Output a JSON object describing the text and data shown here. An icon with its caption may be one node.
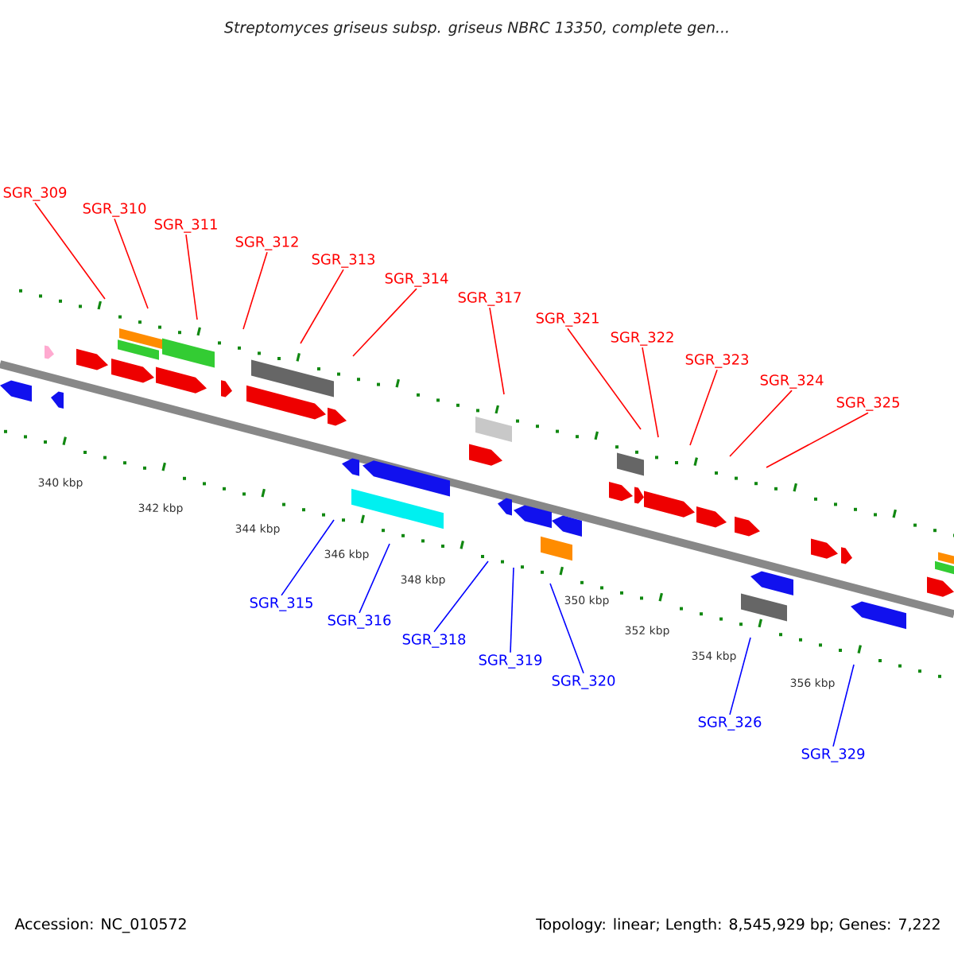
{
  "diagram": {
    "title": "Streptomyces griseus subsp. griseus NBRC 13350, complete gen...",
    "nodes": [
      {
        "text": [
          "SGR_309"
        ]
      },
      {
        "text": [
          "SGR_310"
        ]
      },
      {
        "text": [
          "SGR_311"
        ]
      },
      {
        "text": [
          "SGR_312"
        ]
      },
      {
        "text": [
          "SGR_313"
        ]
      },
      {
        "text": [
          "SGR_314"
        ]
      },
      {
        "text": [
          "SGR_317"
        ]
      },
      {
        "text": [
          "SGR_321"
        ]
      },
      {
        "text": [
          "SGR_322"
        ]
      },
      {
        "text": [
          "SGR_323"
        ]
      },
      {
        "text": [
          "SGR_324"
        ]
      },
      {
        "text": [
          "SGR_325"
        ]
      },
      {
        "text": [
          "SGR_315"
        ]
      },
      {
        "text": [
          "SGR_316"
        ]
      },
      {
        "text": [
          "SGR_318"
        ]
      },
      {
        "text": [
          "SGR_319"
        ]
      },
      {
        "text": [
          "SGR_320"
        ]
      },
      {
        "text": [
          "SGR_326"
        ]
      },
      {
        "text": [
          "SGR_329"
        ]
      }
    ],
    "edges": [
      {
        "from": 0,
        "to": null,
        "arrow": "none"
      },
      {
        "from": 1,
        "to": null,
        "arrow": "none"
      },
      {
        "from": 2,
        "to": null,
        "arrow": "none"
      },
      {
        "from": 3,
        "to": null,
        "arrow": "none"
      },
      {
        "from": 4,
        "to": null,
        "arrow": "none"
      },
      {
        "from": 5,
        "to": null,
        "arrow": "none"
      },
      {
        "from": 6,
        "to": null,
        "arrow": "none"
      },
      {
        "from": 7,
        "to": null,
        "arrow": "none"
      },
      {
        "from": 8,
        "to": null,
        "arrow": "none"
      },
      {
        "from": 9,
        "to": null,
        "arrow": "none"
      },
      {
        "from": 10,
        "to": null,
        "arrow": "none"
      },
      {
        "from": 11,
        "to": null,
        "arrow": "none"
      },
      {
        "from": 12,
        "to": null,
        "arrow": "none",
        "color": "#0000ff"
      },
      {
        "from": 13,
        "to": null,
        "arrow": "none",
        "color": "#0000ff"
      },
      {
        "from": 14,
        "to": null,
        "arrow": "none",
        "color": "#0000ff"
      },
      {
        "from": 15,
        "to": null,
        "arrow": "none",
        "color": "#0000ff"
      },
      {
        "from": 16,
        "to": null,
        "arrow": "none",
        "color": "#0000ff"
      },
      {
        "from": 17,
        "to": null,
        "arrow": "none",
        "color": "#0000ff"
      },
      {
        "from": 18,
        "to": null,
        "arrow": "none",
        "color": "#0000ff"
      }
    ],
    "labels": [
      "340 kbp",
      "342 kbp",
      "344 kbp",
      "346 kbp",
      "348 kbp",
      "350 kbp",
      "352 kbp",
      "354 kbp",
      "356 kbp",
      "Accession: NC_010572",
      "Topology: linear; Length: 8,545,929 bp; Genes: 7,222"
    ]
  }
}
